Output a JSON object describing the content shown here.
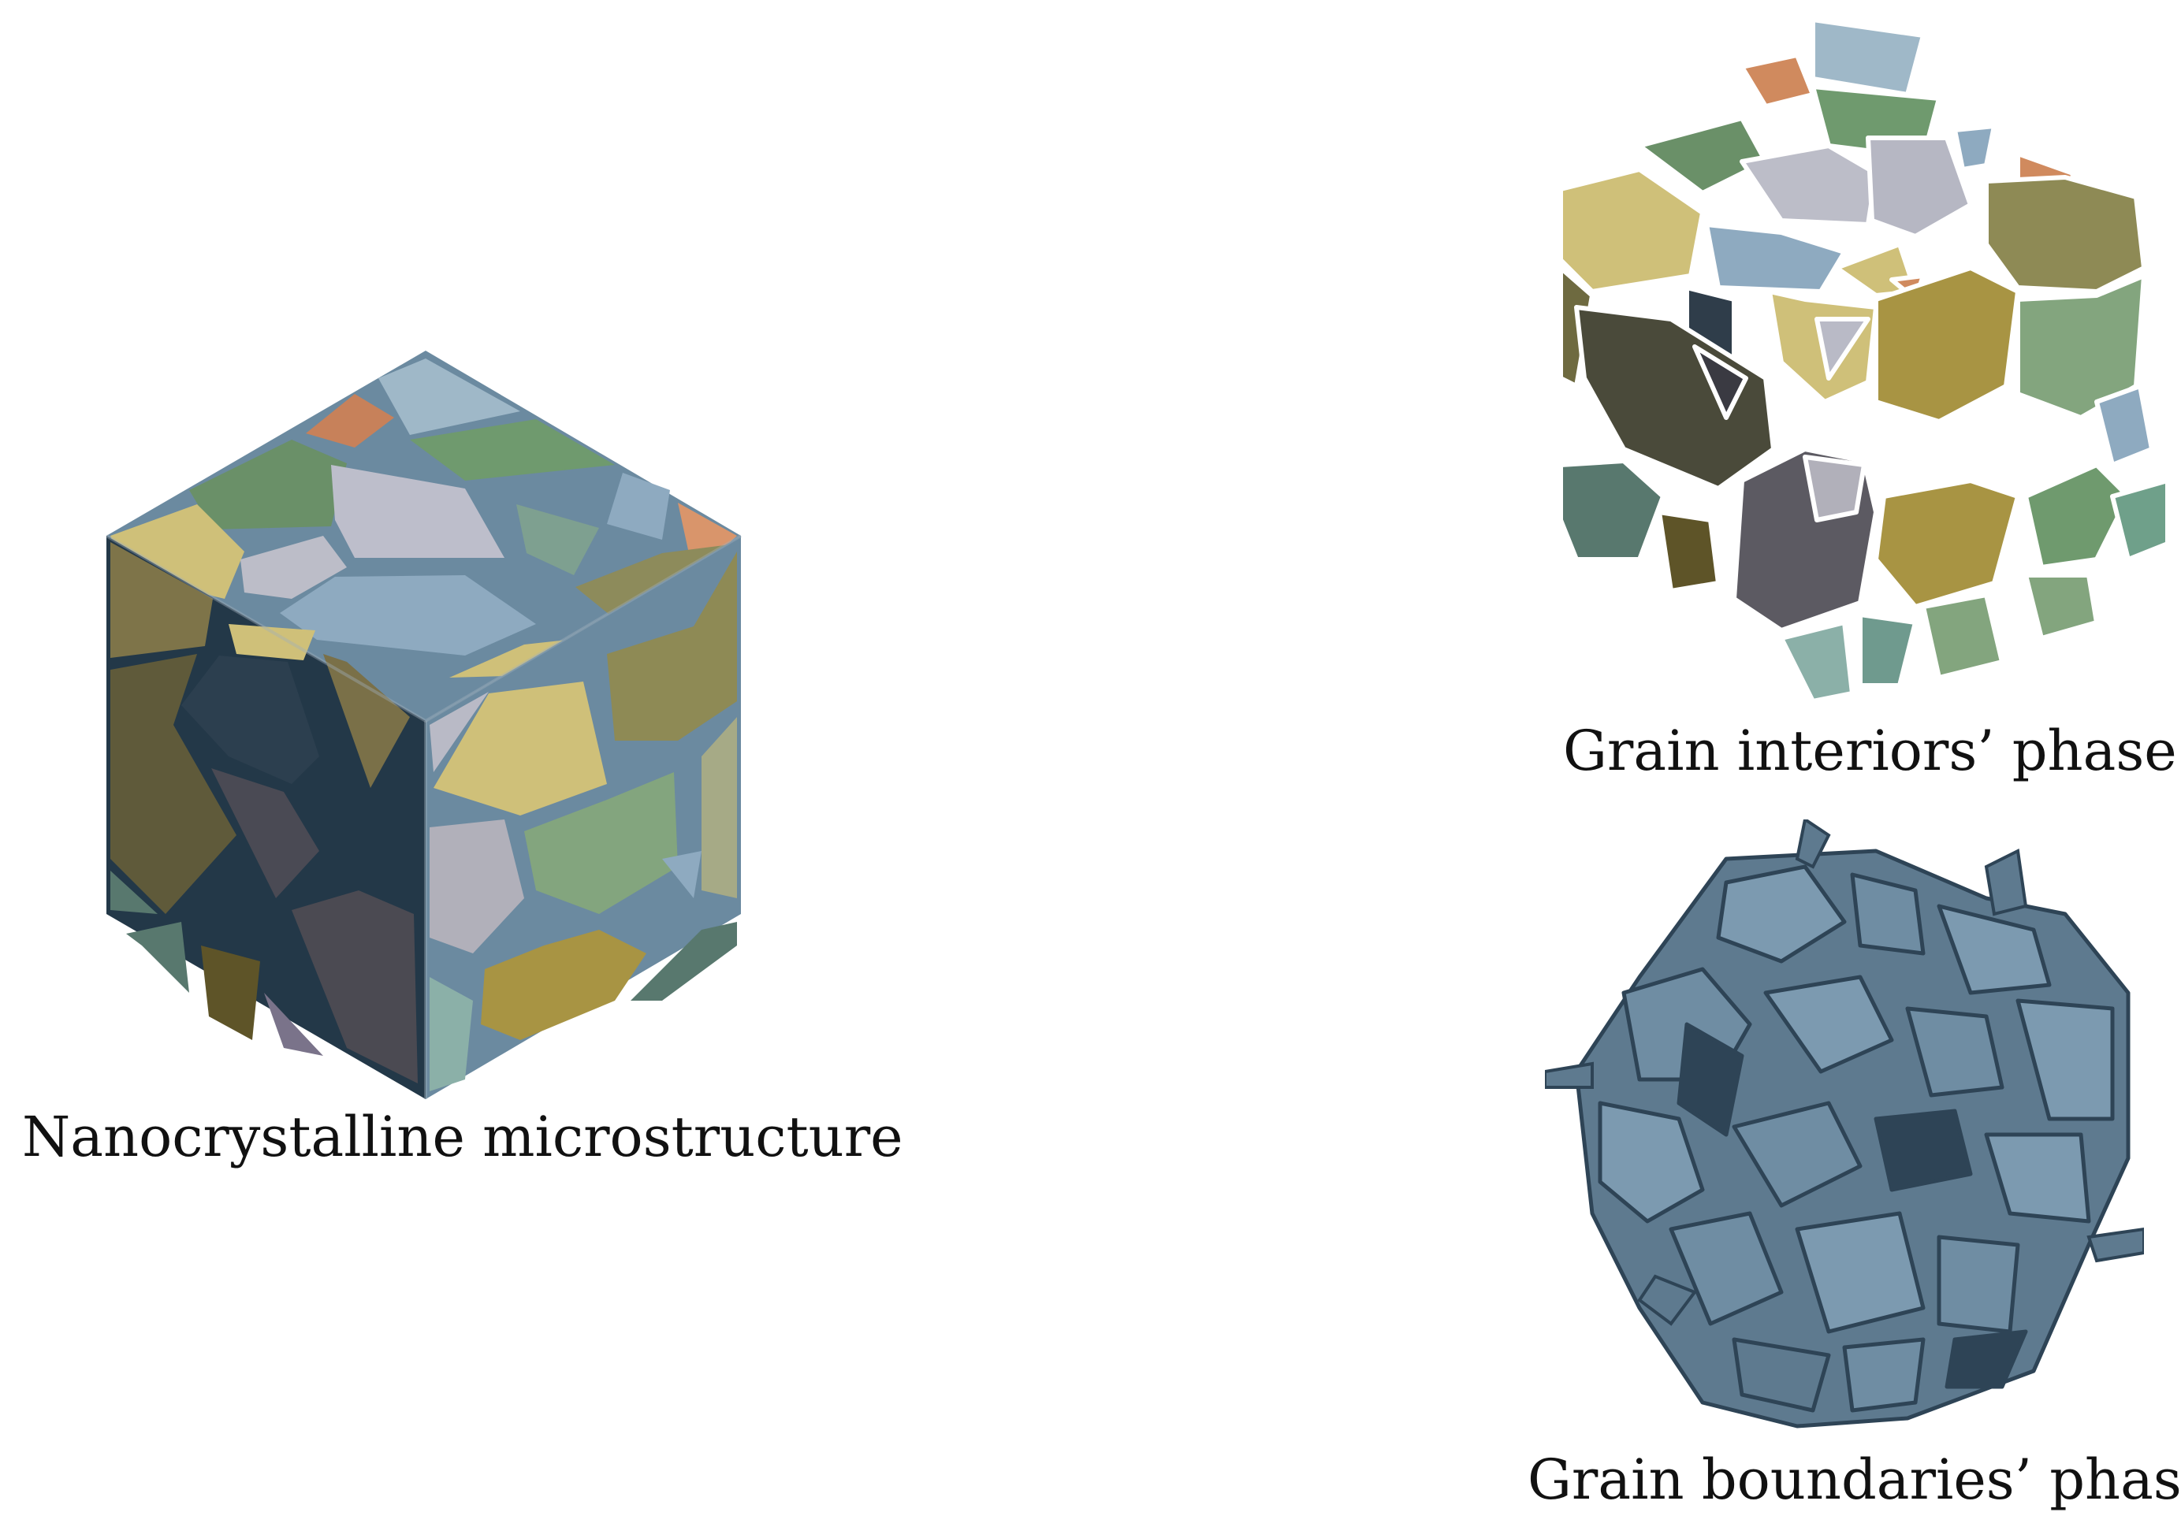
{
  "captions": {
    "microstructure": "Nanocrystalline microstructure",
    "interiors": "Grain interiors’ phase",
    "boundaries": "Grain boundaries’ phase"
  },
  "colors": {
    "boundary": "#6b8aa0",
    "boundary_dark": "#233848",
    "gb_light": "#7c9ab0",
    "gb_mid": "#5e7a8f",
    "gb_shadow": "#2e4456",
    "yellow": "#cfc079",
    "olive": "#8e8a55",
    "dark_olive": "#5f5a3a",
    "green": "#6f9a6e",
    "sage": "#83a57e",
    "teal": "#58786e",
    "lavender": "#b9bac6",
    "slate_blue": "#8eaac0",
    "charcoal": "#2f3d4a",
    "gray_dark": "#4a4a54",
    "gray_mid": "#6d6b73",
    "ochre": "#a89443",
    "orange": "#d4865a"
  }
}
